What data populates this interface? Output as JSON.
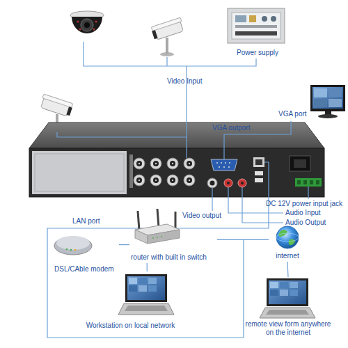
{
  "diagram": {
    "nodes": [
      {
        "text": [
          "Power supply"
        ]
      },
      {
        "text": [
          "VGA port"
        ]
      },
      {
        "text": [
          "router with built in switch"
        ]
      },
      {
        "text": [
          "internet"
        ]
      },
      {
        "text": [
          "DSL/CAble modem"
        ]
      },
      {
        "text": [
          "Workstation on local network"
        ]
      },
      {
        "text": [
          "remote view form anywhere on the internet"
        ]
      }
    ],
    "edges": [
      {
        "from": 4,
        "to": 2,
        "arrow": "none"
      },
      {
        "from": 2,
        "to": 5,
        "arrow": "none"
      },
      {
        "from": 2,
        "to": 3,
        "arrow": "none"
      },
      {
        "from": 3,
        "to": 6,
        "arrow": "none"
      }
    ],
    "labels": [
      "Video Input",
      "VGA outport",
      "DC 12V power input jack",
      "Audio Input",
      "Video output",
      "LAN port",
      "Audio Output"
    ]
  }
}
